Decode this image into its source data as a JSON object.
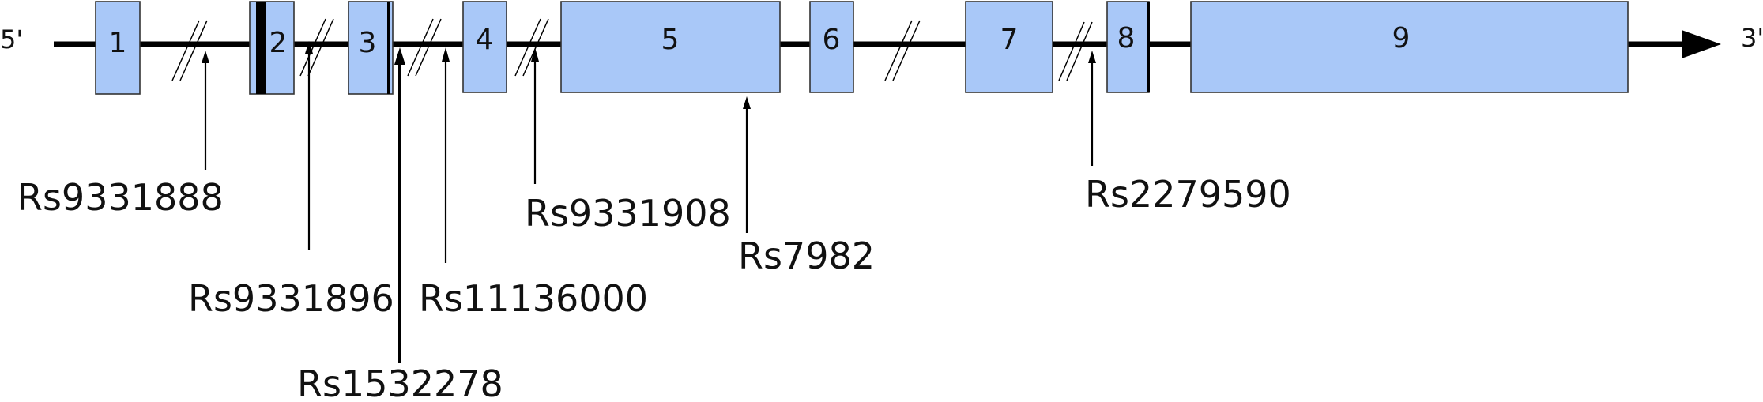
{
  "diagram": {
    "five_prime": "5'",
    "three_prime": "3'",
    "exons": [
      {
        "label": "1"
      },
      {
        "label": "2"
      },
      {
        "label": "3"
      },
      {
        "label": "4"
      },
      {
        "label": "5"
      },
      {
        "label": "6"
      },
      {
        "label": "7"
      },
      {
        "label": "8"
      },
      {
        "label": "9"
      }
    ],
    "snps": [
      {
        "label": "Rs9331888"
      },
      {
        "label": "Rs9331896"
      },
      {
        "label": "Rs1532278"
      },
      {
        "label": "Rs11136000"
      },
      {
        "label": "Rs9331908"
      },
      {
        "label": "Rs7982"
      },
      {
        "label": "Rs2279590"
      }
    ]
  }
}
